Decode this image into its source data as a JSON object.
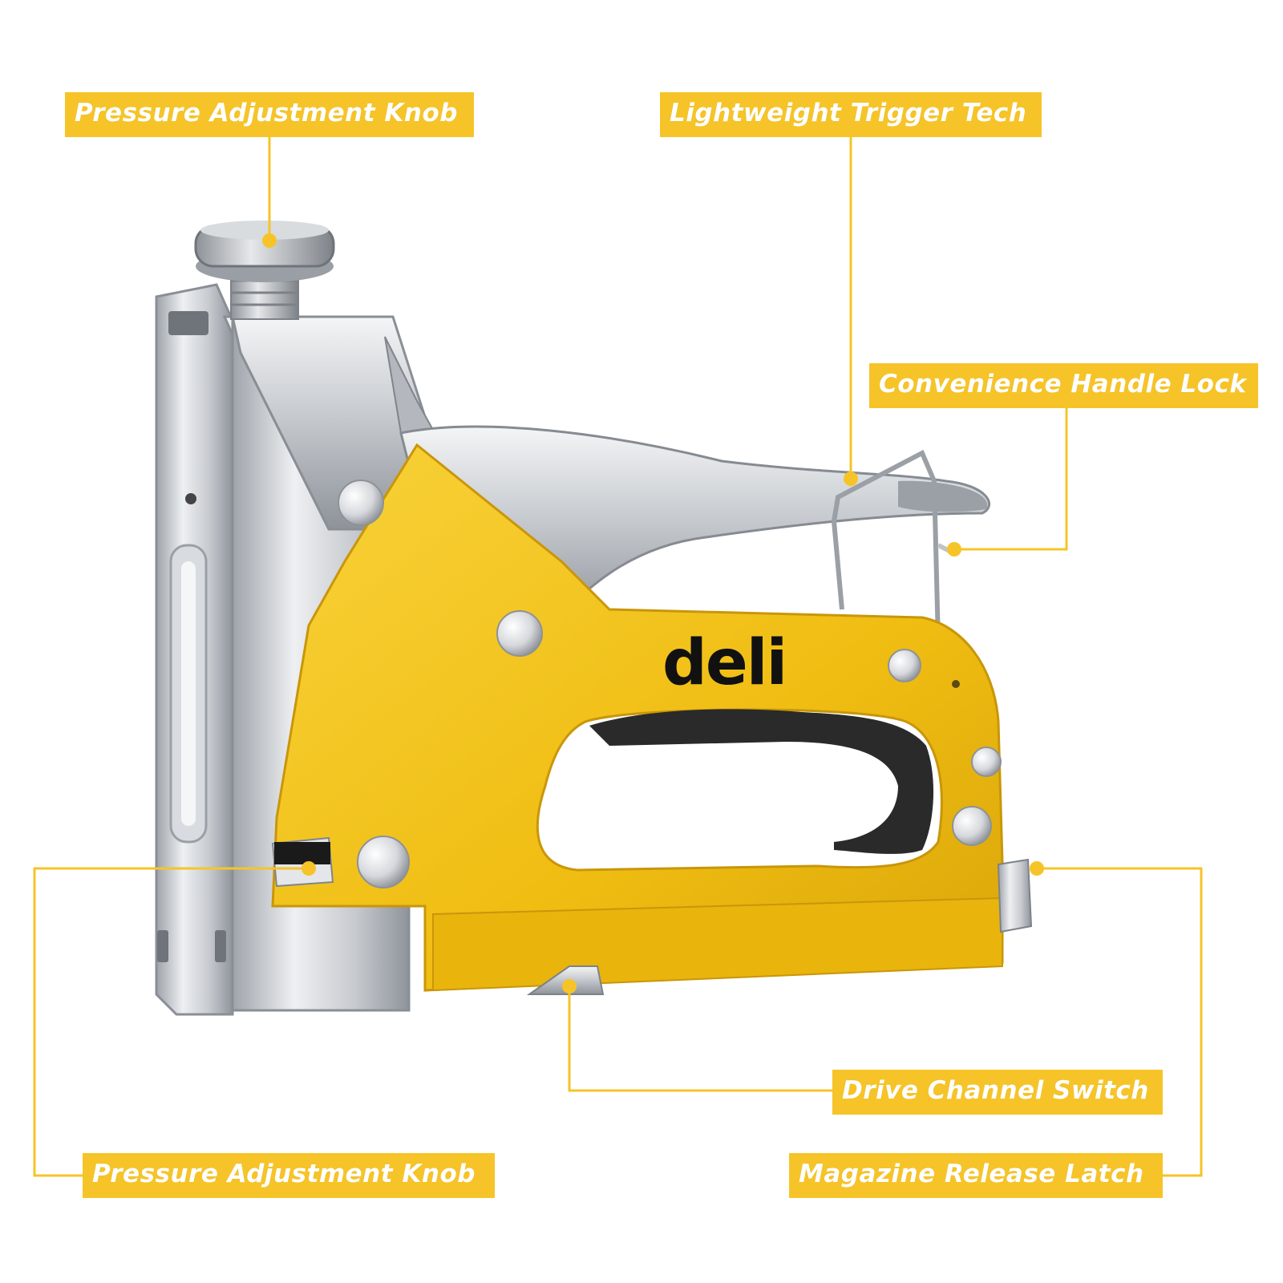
{
  "brand": {
    "logo_text": "deli",
    "accent_color": "#f6c428",
    "body_color": "#f2c018",
    "metal_color": "#c9ccd1"
  },
  "callouts": {
    "top_left": "Pressure Adjustment Knob",
    "top_right": "Lightweight Trigger Tech",
    "right_upper": "Convenience Handle Lock",
    "right_middle": "Drive Channel Switch",
    "bottom_left": "Pressure Adjustment Knob",
    "bottom_right": "Magazine Release Latch"
  }
}
